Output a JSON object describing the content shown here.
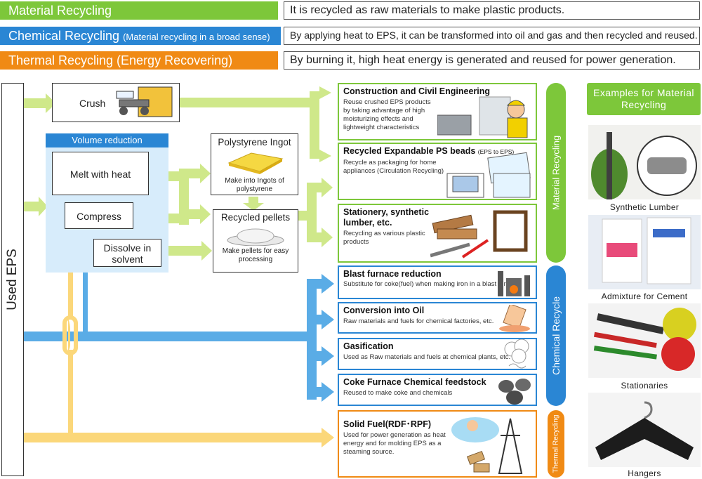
{
  "legend": [
    {
      "name": "Material Recycling",
      "extra": "",
      "desc": "It is recycled as raw materials to make plastic products.",
      "color": "#7dc73a"
    },
    {
      "name": "Chemical Recycling",
      "extra": "(Material recycling in a broad sense)",
      "desc": "By applying heat to EPS, it can be transformed into oil and gas and then recycled and reused.",
      "color": "#2a86d4"
    },
    {
      "name": "Thermal Recycling (Energy Recovering)",
      "extra": "",
      "desc": "By burning it, high heat energy is generated and reused for power generation.",
      "color": "#f08a14"
    }
  ],
  "source": {
    "label": "Used EPS"
  },
  "processes": {
    "crush": "Crush",
    "volume_reduction": "Volume reduction",
    "melt": "Melt with heat",
    "compress": "Compress",
    "dissolve": "Dissolve in solvent"
  },
  "intermediates": {
    "ingot_title": "Polystyrene Ingot",
    "ingot_desc": "Make into Ingots of polystyrene",
    "pellets_title": "Recycled pellets",
    "pellets_desc": "Make pellets for easy processing"
  },
  "outcomes": {
    "construction": {
      "title": "Construction and Civil Engineering",
      "desc": "Reuse crushed EPS products by taking advantage of high moisturizing effects and lightweight characteristics"
    },
    "beads": {
      "title": "Recycled Expandable PS beads",
      "note": "(EPS to EPS)",
      "desc": "Recycle as packaging for home appliances (Circulation Recycling)"
    },
    "stationery": {
      "title": "Stationery, synthetic lumber, etc.",
      "desc": "Recycling as various plastic products"
    },
    "blast": {
      "title": "Blast furnace reduction",
      "desc": "Substitute for coke(fuel) when making iron in a blast furnace"
    },
    "oil": {
      "title": "Conversion into Oil",
      "desc": "Raw materials and fuels for chemical factories, etc."
    },
    "gas": {
      "title": "Gasification",
      "desc": "Used as Raw materials and fuels at chemical plants, etc."
    },
    "coke": {
      "title": "Coke Furnace Chemical feedstock",
      "desc": "Reused to make coke and chemicals"
    },
    "solid": {
      "title": "Solid Fuel(RDF･RPF)",
      "desc": "Used for power generation as heat energy and for molding EPS as a steaming source."
    }
  },
  "categories": {
    "material": "Material Recycling",
    "chemical": "Chemical Recycle",
    "thermal": "Thermal Recycling"
  },
  "examples": {
    "title": "Examples for Material Recycling",
    "items": [
      "Synthetic Lumber",
      "Admixture for Cement",
      "Stationaries",
      "Hangers"
    ]
  },
  "colors": {
    "green": "#7dc73a",
    "blue": "#2a86d4",
    "orange": "#f08a14",
    "light_green": "#cfe88a",
    "light_blue": "#5aace6",
    "light_yellow": "#fbd77a",
    "panel_blue": "#d7ecfb"
  }
}
